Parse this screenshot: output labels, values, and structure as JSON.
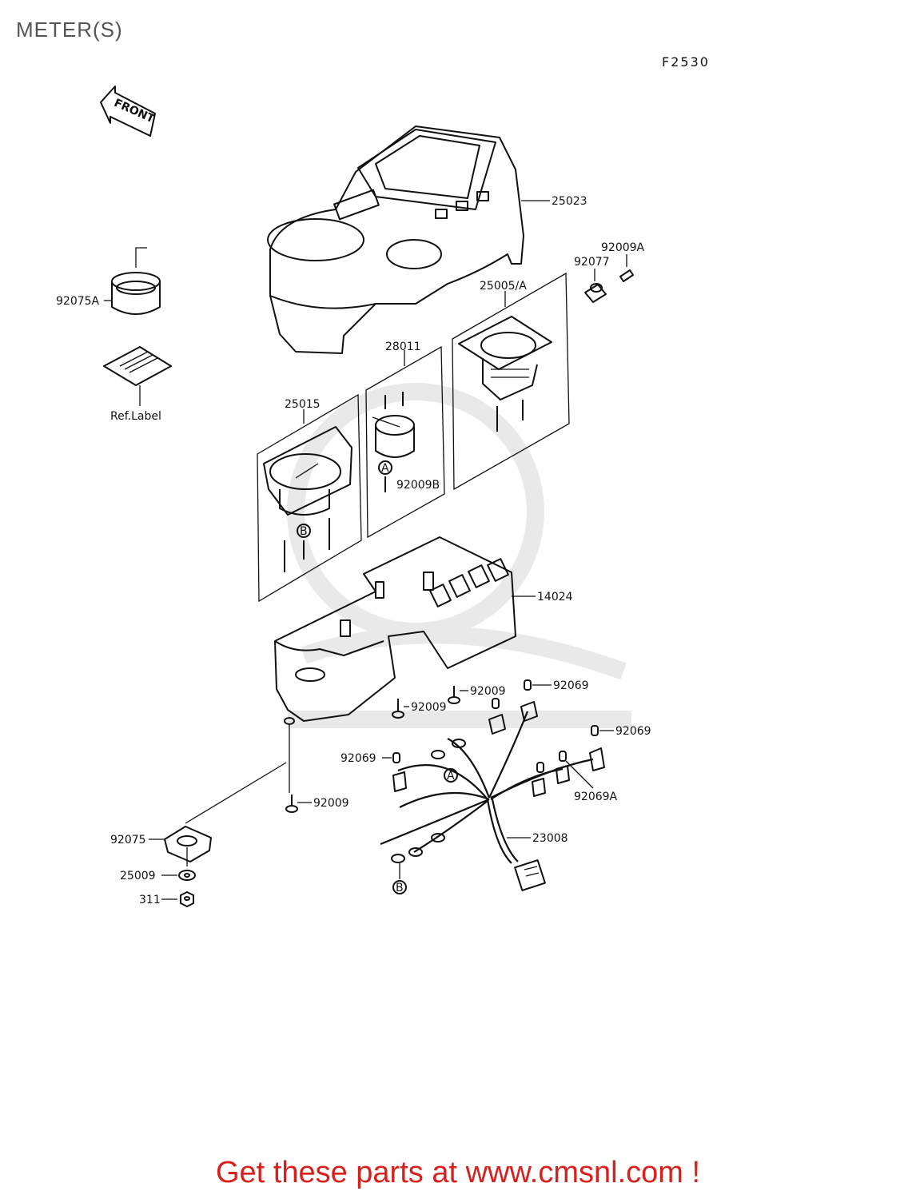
{
  "page_title": "METER(S)",
  "figure_code": "F2530",
  "front_arrow_label": "FRONT",
  "footer_text": "Get these parts at www.cmsnl.com !",
  "callouts": {
    "a": "A",
    "b": "B"
  },
  "parts": {
    "p25023": "25023",
    "p92009A": "92009A",
    "p92077": "92077",
    "p25005A": "25005/A",
    "p92075A": "92075A",
    "p28011": "28011",
    "p25015": "25015",
    "p92009B": "92009B",
    "ref_label": "Ref.Label",
    "p14024": "14024",
    "p92009_a": "92009",
    "p92069_a": "92069",
    "p92009_b": "92009",
    "p92069_b": "92069",
    "p92069_c": "92069",
    "p92069A": "92069A",
    "p92009_c": "92009",
    "p92075": "92075",
    "p23008": "23008",
    "p25009": "25009",
    "p311": "311"
  },
  "colors": {
    "footer": "#d8201c",
    "title": "#555555",
    "line": "#111111",
    "watermark": "#e9e9e9"
  }
}
